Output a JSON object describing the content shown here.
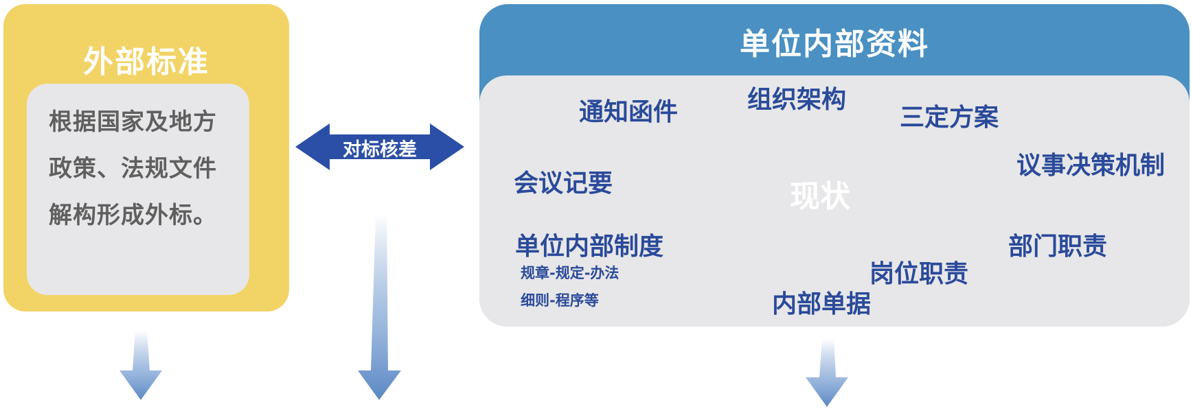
{
  "external": {
    "title": "外部标准",
    "lines": [
      "根据国家及地方",
      "政策、法规文件",
      "解构形成外标。"
    ]
  },
  "benchmark": {
    "label": "对标核差"
  },
  "internal": {
    "title": "单位内部资料",
    "center": "现状",
    "items": {
      "notices": "通知函件",
      "org": "组织架构",
      "three_plan": "三定方案",
      "decision": "议事决策机制",
      "minutes": "会议记要",
      "system": "单位内部制度",
      "system_sub1": "规章-规定-办法",
      "system_sub2": "细则-程序等",
      "dept_duty": "部门职责",
      "post_duty": "岗位职责",
      "docs": "内部单据"
    }
  },
  "colors": {
    "yellow": "#f2d365",
    "blue_header": "#4a90c2",
    "panel_gray": "#e7e7e9",
    "dark_blue": "#2a4a9a",
    "arrow_blue": "#5b88c4"
  }
}
